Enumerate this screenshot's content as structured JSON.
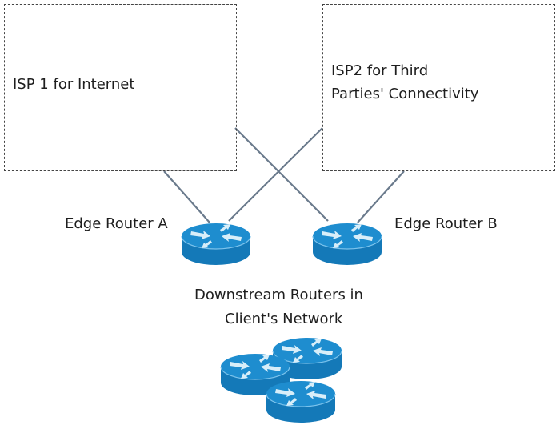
{
  "diagram": {
    "isp1": {
      "label": "ISP 1 for Internet"
    },
    "isp2": {
      "label_line1": "ISP2 for Third",
      "label_line2": "Parties' Connectivity"
    },
    "edge_router_a": {
      "label": "Edge Router A"
    },
    "edge_router_b": {
      "label": "Edge Router B"
    },
    "downstream": {
      "label_line1": "Downstream Routers in",
      "label_line2": "Client's Network",
      "router_count": 3
    },
    "links": [
      {
        "from": "isp1",
        "to": "edge_router_a"
      },
      {
        "from": "isp1",
        "to": "edge_router_b"
      },
      {
        "from": "isp2",
        "to": "edge_router_a"
      },
      {
        "from": "isp2",
        "to": "edge_router_b"
      }
    ],
    "colors": {
      "router": "#1b86c6",
      "router_top": "#2a9ad8",
      "arrow": "#d6ecf8",
      "link": "#6a7a8c",
      "border": "#444444"
    }
  }
}
